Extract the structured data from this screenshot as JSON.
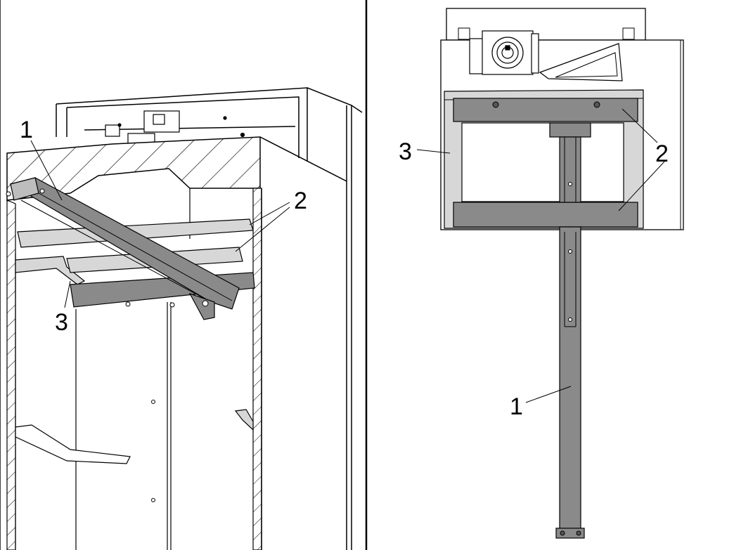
{
  "left_view": {
    "callouts": [
      "1",
      "2",
      "3"
    ]
  },
  "right_view": {
    "callouts": [
      "1",
      "2",
      "3"
    ]
  },
  "colors": {
    "line": "#000000",
    "beam_dark": "#8a8a8a",
    "beam_light": "#d7d7d7",
    "hatch_fill": "#ffffff"
  }
}
